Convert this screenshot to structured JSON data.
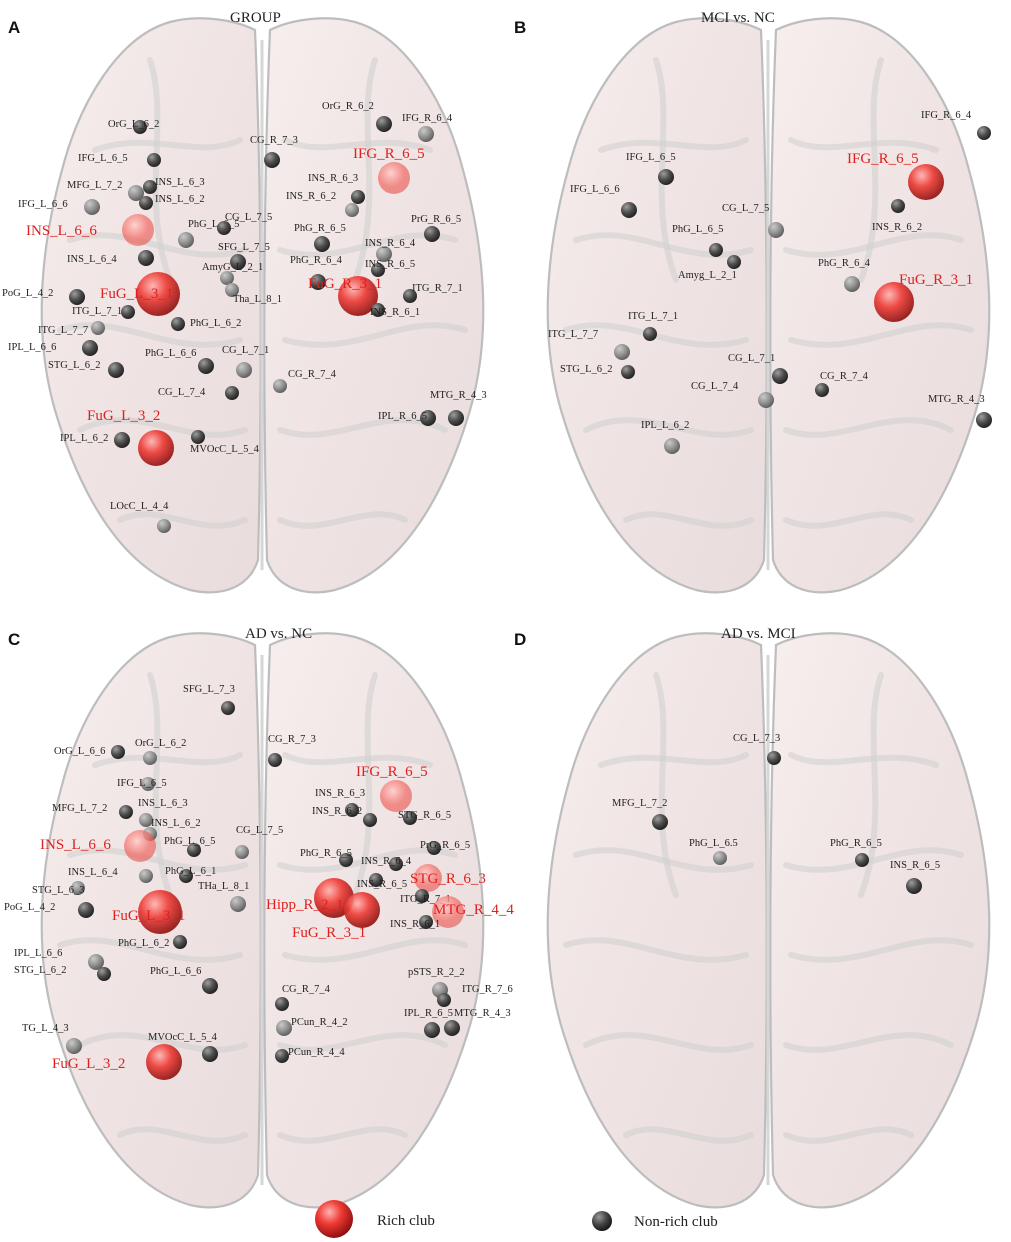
{
  "colors": {
    "rich": "#e8221f",
    "nonrich": "#3a3a3a",
    "brain_fill": "#f4ecec",
    "brain_edge": "#bdbdbd"
  },
  "legend": {
    "rich_label": "Rich club",
    "nonrich_label": "Non-rich club"
  },
  "panels": [
    {
      "letter": "A",
      "title": "GROUP",
      "nodes": [
        {
          "label": "OrG_L_6_2",
          "rich": false
        },
        {
          "label": "IFG_L_6_5",
          "rich": false
        },
        {
          "label": "MFG_L_7_2",
          "rich": false
        },
        {
          "label": "INS_L_6_3",
          "rich": false
        },
        {
          "label": "INS_L_6_2",
          "rich": false
        },
        {
          "label": "IFG_L_6_6",
          "rich": false
        },
        {
          "label": "INS_L_6_6",
          "rich": true
        },
        {
          "label": "INS_L_6_4",
          "rich": false
        },
        {
          "label": "PhG_L_6_5",
          "rich": false
        },
        {
          "label": "CG_L_7_5",
          "rich": false
        },
        {
          "label": "SFG_L_7_5",
          "rich": false
        },
        {
          "label": "AmyG_L_2_1",
          "rich": false
        },
        {
          "label": "PoG_L_4_2",
          "rich": false
        },
        {
          "label": "FuG_L_3_1",
          "rich": true
        },
        {
          "label": "Tha_L_8_1",
          "rich": false
        },
        {
          "label": "ITG_L_7_1",
          "rich": false
        },
        {
          "label": "PhG_L_6_2",
          "rich": false
        },
        {
          "label": "ITG_L_7_7",
          "rich": false
        },
        {
          "label": "IPL_L_6_6",
          "rich": false
        },
        {
          "label": "PhG_L_6_6",
          "rich": false
        },
        {
          "label": "CG_L_7_1",
          "rich": false
        },
        {
          "label": "STG_L_6_2",
          "rich": false
        },
        {
          "label": "CG_L_7_4",
          "rich": false
        },
        {
          "label": "FuG_L_3_2",
          "rich": true
        },
        {
          "label": "IPL_L_6_2",
          "rich": false
        },
        {
          "label": "MVOcC_L_5_4",
          "rich": false
        },
        {
          "label": "LOcC_L_4_4",
          "rich": false
        },
        {
          "label": "CG_R_7_3",
          "rich": false
        },
        {
          "label": "OrG_R_6_2",
          "rich": false
        },
        {
          "label": "IFG_R_6_4",
          "rich": false
        },
        {
          "label": "IFG_R_6_5",
          "rich": true
        },
        {
          "label": "INS_R_6_3",
          "rich": false
        },
        {
          "label": "INS_R_6_2",
          "rich": false
        },
        {
          "label": "PrG_R_6_5",
          "rich": false
        },
        {
          "label": "PhG_R_6_5",
          "rich": false
        },
        {
          "label": "INS_R_6_4",
          "rich": false
        },
        {
          "label": "PhG_R_6_4",
          "rich": false
        },
        {
          "label": "INS_R_6_5",
          "rich": false
        },
        {
          "label": "FuG_R_3_1",
          "rich": true
        },
        {
          "label": "ITG_R_7_1",
          "rich": false
        },
        {
          "label": "INS_R_6_1",
          "rich": false
        },
        {
          "label": "CG_R_7_4",
          "rich": false
        },
        {
          "label": "MTG_R_4_3",
          "rich": false
        },
        {
          "label": "IPL_R_6_5",
          "rich": false
        }
      ]
    },
    {
      "letter": "B",
      "title": "MCI vs. NC",
      "nodes": [
        {
          "label": "IFG_R_6_4",
          "rich": false
        },
        {
          "label": "IFG_L_6_5",
          "rich": false
        },
        {
          "label": "IFG_R_6_5",
          "rich": true
        },
        {
          "label": "IFG_L_6_6",
          "rich": false
        },
        {
          "label": "INS_R_6_2",
          "rich": false
        },
        {
          "label": "CG_L_7_5",
          "rich": false
        },
        {
          "label": "PhG_L_6_5",
          "rich": false
        },
        {
          "label": "Amyg_L_2_1",
          "rich": false
        },
        {
          "label": "PhG_R_6_4",
          "rich": false
        },
        {
          "label": "FuG_R_3_1",
          "rich": true
        },
        {
          "label": "ITG_L_7_1",
          "rich": false
        },
        {
          "label": "ITG_L_7_7",
          "rich": false
        },
        {
          "label": "CG_L_7_1",
          "rich": false
        },
        {
          "label": "STG_L_6_2",
          "rich": false
        },
        {
          "label": "CG_L_7_4",
          "rich": false
        },
        {
          "label": "CG_R_7_4",
          "rich": false
        },
        {
          "label": "MTG_R_4_3",
          "rich": false
        },
        {
          "label": "IPL_L_6_2",
          "rich": false
        }
      ]
    },
    {
      "letter": "C",
      "title": "AD vs. NC",
      "nodes": [
        {
          "label": "SFG_L_7_3",
          "rich": false
        },
        {
          "label": "OrG_L_6_6",
          "rich": false
        },
        {
          "label": "OrG_L_6_2",
          "rich": false
        },
        {
          "label": "CG_R_7_3",
          "rich": false
        },
        {
          "label": "IFG_R_6_5",
          "rich": true
        },
        {
          "label": "IFG_L_6_5",
          "rich": false
        },
        {
          "label": "INS_R_6_3",
          "rich": false
        },
        {
          "label": "MFG_L_7_2",
          "rich": false
        },
        {
          "label": "INS_L_6_3",
          "rich": false
        },
        {
          "label": "INS_R_6_2",
          "rich": false
        },
        {
          "label": "STG_R_6_5",
          "rich": false
        },
        {
          "label": "INS_L_6_2",
          "rich": false
        },
        {
          "label": "INS_L_6_6",
          "rich": true
        },
        {
          "label": "PhG_L_6_5",
          "rich": false
        },
        {
          "label": "CG_L_7_5",
          "rich": false
        },
        {
          "label": "PhG_R_6_5",
          "rich": false
        },
        {
          "label": "PrG_R_6_5",
          "rich": false
        },
        {
          "label": "INS_L_6_4",
          "rich": false
        },
        {
          "label": "PhG_L_6_1",
          "rich": false
        },
        {
          "label": "INS_R_6_4",
          "rich": false
        },
        {
          "label": "THa_L_8_1",
          "rich": false
        },
        {
          "label": "INS_R_6_5",
          "rich": false
        },
        {
          "label": "STG_R_6_3",
          "rich": true
        },
        {
          "label": "STG_L_6_3",
          "rich": false
        },
        {
          "label": "ITG_R_7_1",
          "rich": false
        },
        {
          "label": "PoG_L_4_2",
          "rich": false
        },
        {
          "label": "Hipp_R_2_1",
          "rich": true
        },
        {
          "label": "MTG_R_4_4",
          "rich": true
        },
        {
          "label": "FuG_L_3_1",
          "rich": true
        },
        {
          "label": "FuG_R_3_1",
          "rich": true
        },
        {
          "label": "INS_R_6_1",
          "rich": false
        },
        {
          "label": "PhG_L_6_2",
          "rich": false
        },
        {
          "label": "IPL_L_6_6",
          "rich": false
        },
        {
          "label": "STG_L_6_2",
          "rich": false
        },
        {
          "label": "PhG_L_6_6",
          "rich": false
        },
        {
          "label": "pSTS_R_2_2",
          "rich": false
        },
        {
          "label": "ITG_R_7_6",
          "rich": false
        },
        {
          "label": "CG_R_7_4",
          "rich": false
        },
        {
          "label": "PCun_R_4_2",
          "rich": false
        },
        {
          "label": "IPL_R_6_5",
          "rich": false
        },
        {
          "label": "MTG_R_4_3",
          "rich": false
        },
        {
          "label": "TG_L_4_3",
          "rich": false
        },
        {
          "label": "MVOcC_L_5_4",
          "rich": false
        },
        {
          "label": "PCun_R_4_4",
          "rich": false
        },
        {
          "label": "FuG_L_3_2",
          "rich": true
        }
      ]
    },
    {
      "letter": "D",
      "title": "AD vs. MCI",
      "nodes": [
        {
          "label": "CG_L_7_3",
          "rich": false
        },
        {
          "label": "MFG_L_7_2",
          "rich": false
        },
        {
          "label": "PhG_L_6.5",
          "rich": false
        },
        {
          "label": "PhG_R_6_5",
          "rich": false
        },
        {
          "label": "INS_R_6_5",
          "rich": false
        }
      ]
    }
  ]
}
